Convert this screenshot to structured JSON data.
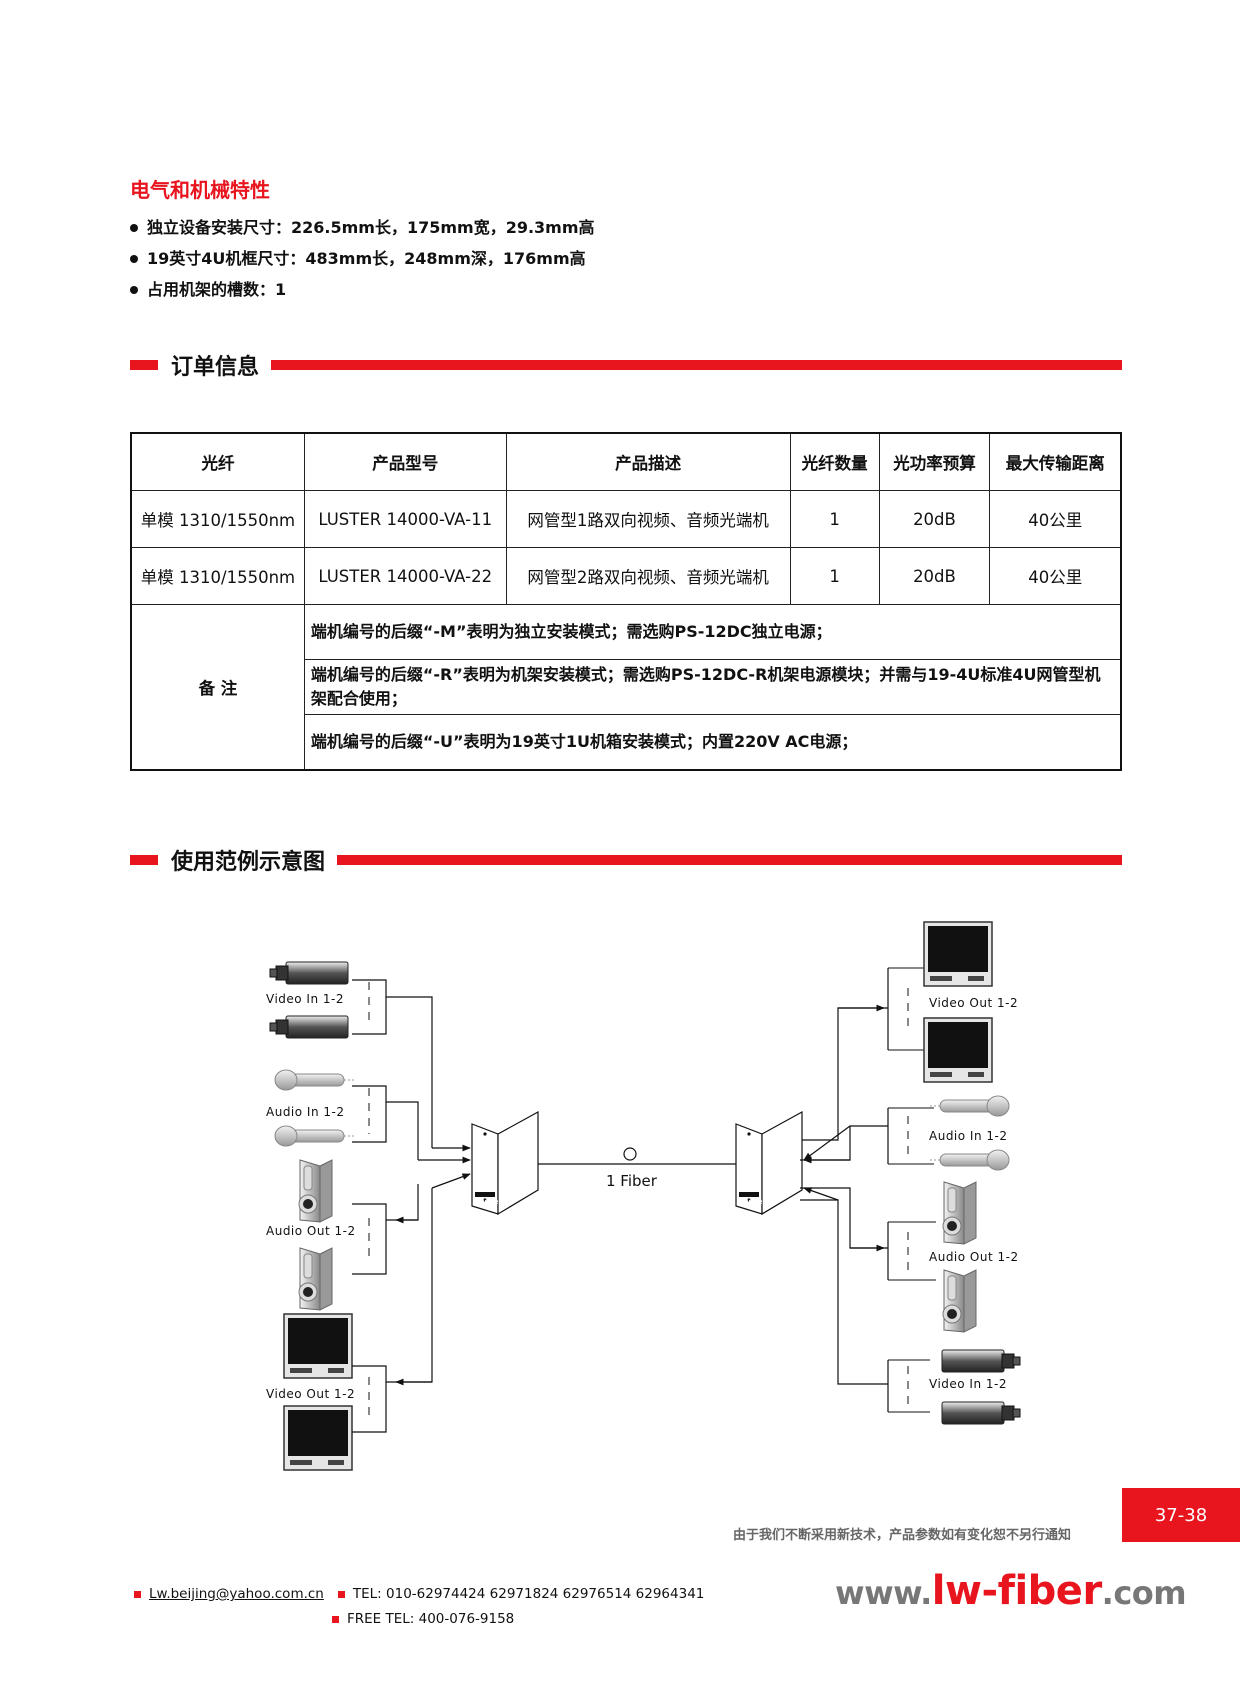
{
  "specs": {
    "title": "电气和机械特性",
    "items": [
      "独立设备安装尺寸：226.5mm长，175mm宽，29.3mm高",
      "19英寸4U机框尺寸：483mm长，248mm深，176mm高",
      "占用机架的槽数：1"
    ]
  },
  "order_section": {
    "title": "订单信息"
  },
  "order_table": {
    "headers": [
      "光纤",
      "产品型号",
      "产品描述",
      "光纤数量",
      "光功率预算",
      "最大传输距离"
    ],
    "rows": [
      [
        "单模 1310/1550nm",
        "LUSTER 14000-VA-11",
        "网管型1路双向视频、音频光端机",
        "1",
        "20dB",
        "40公里"
      ],
      [
        "单模 1310/1550nm",
        "LUSTER 14000-VA-22",
        "网管型2路双向视频、音频光端机",
        "1",
        "20dB",
        "40公里"
      ]
    ],
    "notes_label": "备  注",
    "notes": [
      "端机编号的后缀“-M”表明为独立安装模式；需选购PS-12DC独立电源；",
      "端机编号的后缀“-R”表明为机架安装模式；需选购PS-12DC-R机架电源模块；并需与19-4U标准4U网管型机架配合使用；",
      "端机编号的后缀“-U”表明为19英寸1U机箱安装模式；内置220V AC电源；"
    ]
  },
  "usage_section": {
    "title": "使用范例示意图"
  },
  "diagram": {
    "left_labels": [
      "Video In 1-2",
      "Audio In 1-2",
      "Audio Out 1-2",
      "Video Out 1-2"
    ],
    "right_labels": [
      "Video Out 1-2",
      "Audio In 1-2",
      "Audio Out 1-2",
      "Video In 1-2"
    ],
    "fiber_label": "1 Fiber",
    "device_brand": "luster"
  },
  "footer": {
    "page_number": "37-38",
    "notice": "由于我们不断采用新技术，产品参数如有变化恕不另行通知",
    "email": "Lw.beijing@yahoo.com.cn",
    "tel": "TEL: 010-62974424 62971824 62976514 62964341",
    "free_tel": "FREE TEL: 400-076-9158",
    "website_prefix": "www.",
    "website_mid": "lw-fiber",
    "website_suffix": ".com"
  },
  "colors": {
    "accent": "#e8151f"
  }
}
